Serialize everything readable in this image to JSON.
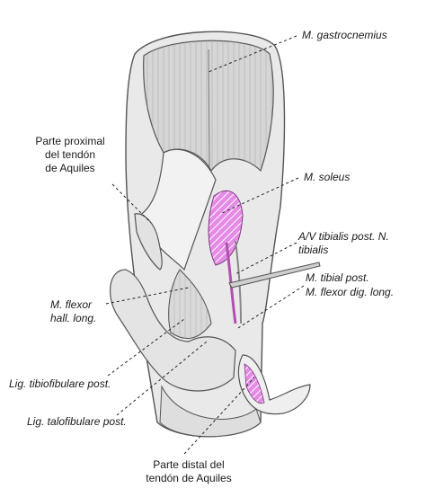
{
  "labels": {
    "gastrocnemius": "M. gastrocnemius",
    "soleus": "M. soleus",
    "proximal_tendon": [
      "Parte proximal",
      "del tendón",
      "de Aquiles"
    ],
    "tibialis_vessels": [
      "A/V tibialis post. N.",
      "tibialis"
    ],
    "flexor_hall": [
      "M. flexor",
      "hall. long."
    ],
    "tibial_post": "M. tibial post.",
    "flexor_dig": "M. flexor dig. long.",
    "lig_tibiofibulare": "Lig. tibiofibulare post.",
    "lig_talofibulare": "Lig. talofibulare post.",
    "distal_tendon": [
      "Parte distal del",
      "tendón de Aquiles"
    ]
  },
  "colors": {
    "muscle_fill": "#dcdcdc",
    "muscle_stroke": "#555555",
    "soleus_magenta": "#e07be0",
    "leader_line": "#222222"
  }
}
